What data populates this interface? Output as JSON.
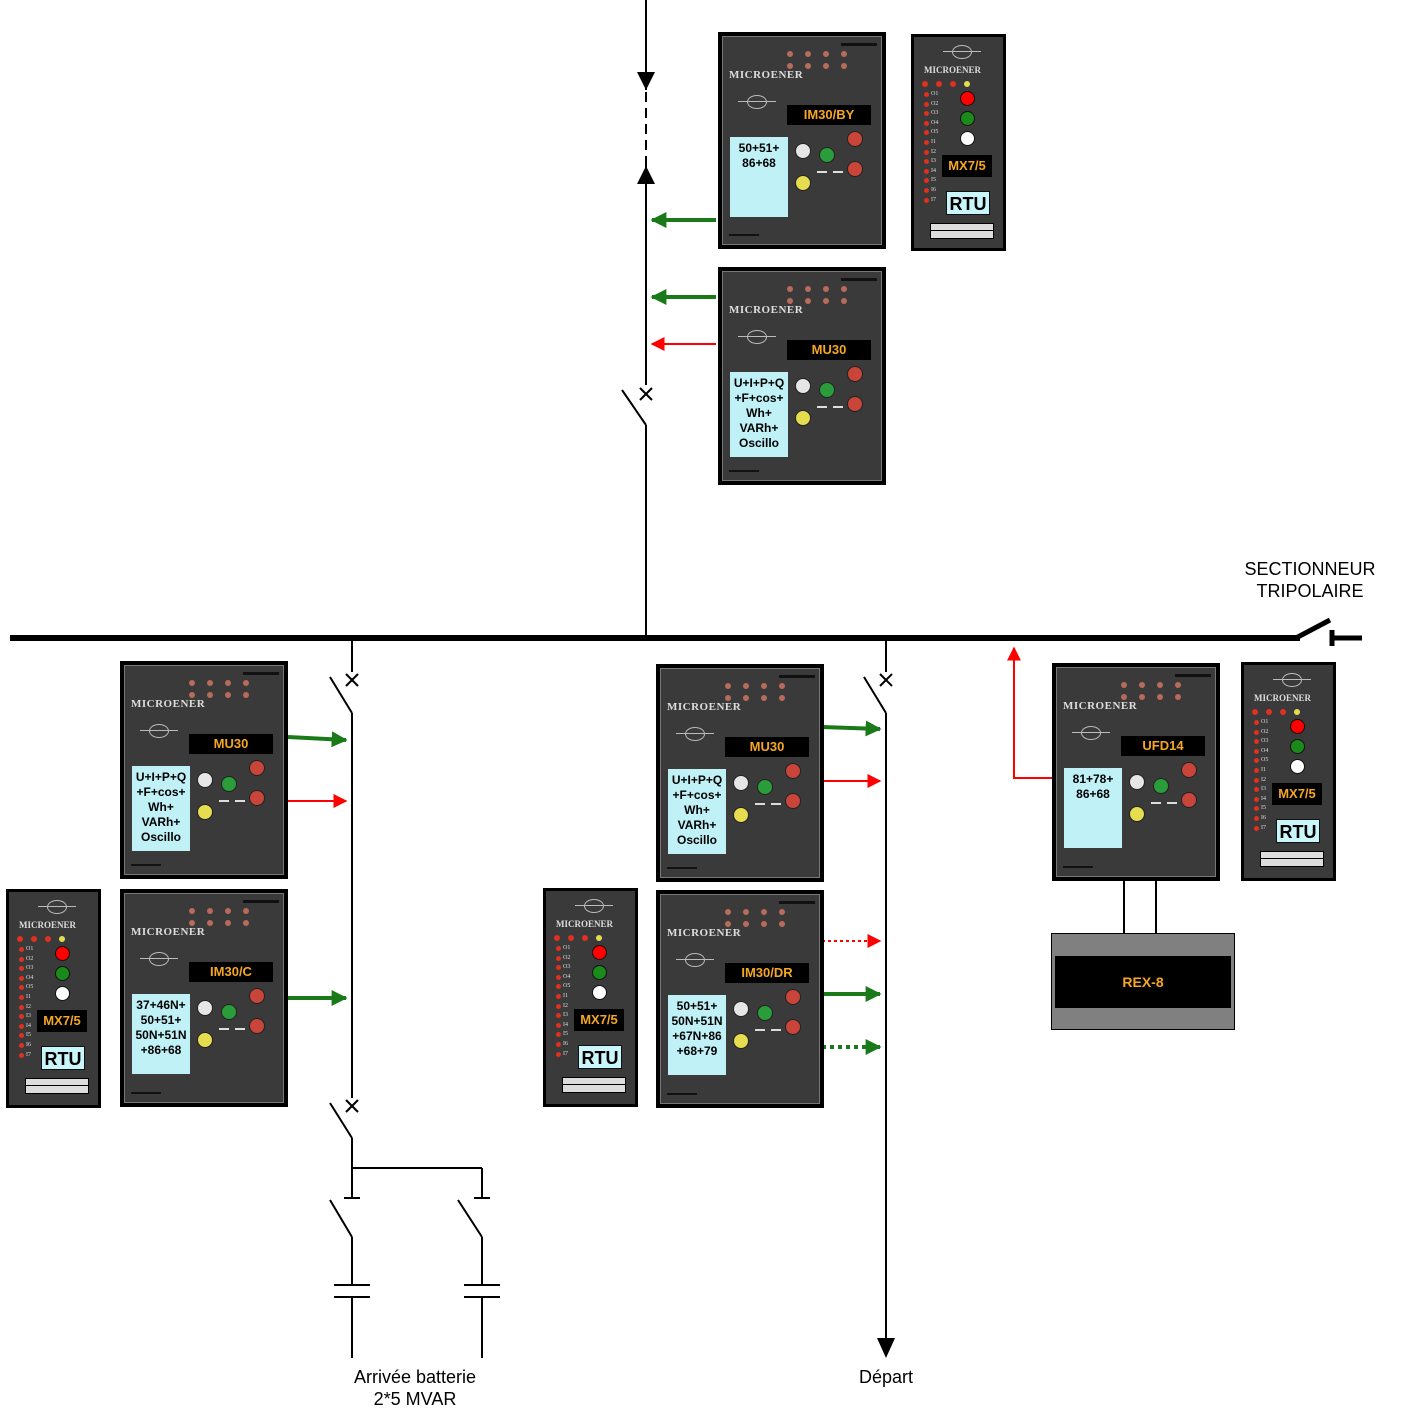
{
  "labels": {
    "sectionneur": [
      "SECTIONNEUR",
      "TRIPOLAIRE"
    ],
    "arrivee": [
      "Arrivée batterie",
      "2*5 MVAR"
    ],
    "depart": "Départ"
  },
  "relays": [
    {
      "id": "im30by",
      "brand": "MICROENER",
      "name": "IM30/BY",
      "functions": "50+51+\n86+68"
    },
    {
      "id": "mu30-top",
      "brand": "MICROENER",
      "name": "MU30",
      "functions": "U+I+P+Q\n+F+cos+\nWh+\nVARh+\nOscillo"
    },
    {
      "id": "mu30-left",
      "brand": "MICROENER",
      "name": "MU30",
      "functions": "U+I+P+Q\n+F+cos+\nWh+\nVARh+\nOscillo"
    },
    {
      "id": "im30c",
      "brand": "MICROENER",
      "name": "IM30/C",
      "functions": "37+46N+\n50+51+\n50N+51N\n+86+68"
    },
    {
      "id": "mu30-mid",
      "brand": "MICROENER",
      "name": "MU30",
      "functions": "U+I+P+Q\n+F+cos+\nWh+\nVARh+\nOscillo"
    },
    {
      "id": "im30dr",
      "brand": "MICROENER",
      "name": "IM30/DR",
      "functions": "50+51+\n50N+51N\n+67N+86\n+68+79"
    },
    {
      "id": "ufd14",
      "brand": "MICROENER",
      "name": "UFD14",
      "functions": "81+78+\n86+68"
    }
  ],
  "rtus": [
    {
      "id": "rtu-top",
      "brand": "MICROENER",
      "model": "MX7/5",
      "label": "RTU"
    },
    {
      "id": "rtu-right",
      "brand": "MICROENER",
      "model": "MX7/5",
      "label": "RTU"
    },
    {
      "id": "rtu-left",
      "brand": "MICROENER",
      "model": "MX7/5",
      "label": "RTU"
    },
    {
      "id": "rtu-mid",
      "brand": "MICROENER",
      "model": "MX7/5",
      "label": "RTU"
    }
  ],
  "rtu_outputs": [
    "O1",
    "O2",
    "O3",
    "O4",
    "O5",
    "I1",
    "I2",
    "I3",
    "I4",
    "I5",
    "I6",
    "I7"
  ],
  "rex": {
    "name": "REX-8"
  },
  "colors": {
    "green_arrow": "#1a7a1a",
    "red_arrow": "#ff0000",
    "relay_face": "#3a3a3a",
    "display_text": "#f5a623",
    "function_box": "#bff1f7"
  }
}
